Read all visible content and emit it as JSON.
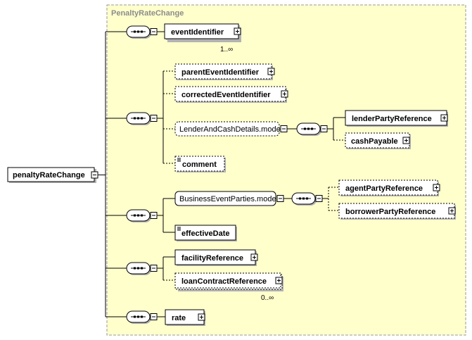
{
  "group": {
    "title": "PenaltyRateChange"
  },
  "root": {
    "label": "penaltyRateChange"
  },
  "elements": {
    "eventIdentifier": "eventIdentifier",
    "eventIdentifier_occurs": "1..∞",
    "parentEventIdentifier": "parentEventIdentifier",
    "correctedEventIdentifier": "correctedEventIdentifier",
    "lenderAndCashDetails": "LenderAndCashDetails.model",
    "lenderPartyReference": "lenderPartyReference",
    "cashPayable": "cashPayable",
    "comment": "comment",
    "businessEventParties": "BusinessEventParties.model",
    "agentPartyReference": "agentPartyReference",
    "borrowerPartyReference": "borrowerPartyReference",
    "effectiveDate": "effectiveDate",
    "facilityReference": "facilityReference",
    "loanContractReference": "loanContractReference",
    "loanContractReference_occurs": "0..∞",
    "rate": "rate"
  },
  "colors": {
    "group_fill": "#ffffcc",
    "group_border": "#999999",
    "title": "#8c8c8c"
  }
}
